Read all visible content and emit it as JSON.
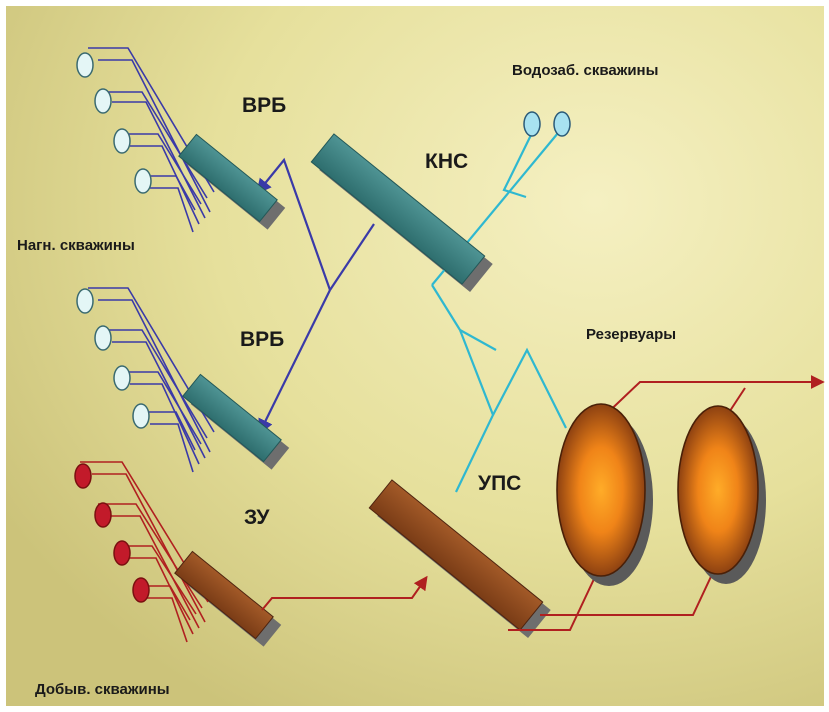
{
  "labels": {
    "vrb_top": "ВРБ",
    "vrb_bottom": "ВРБ",
    "kns": "КНС",
    "zu": "ЗУ",
    "ups": "УПС",
    "injection_wells": "Нагн. скважины",
    "water_wells": "Водозаб. скважины",
    "reservoirs": "Резервуары",
    "production_wells": "Добыв. скважины"
  },
  "colors": {
    "background": "#e8e2a0",
    "teal_block": "#3d8080",
    "brown_block": "#8b4a20",
    "block_shadow": "#707070",
    "water_line": "#2fb8d0",
    "injection_line": "#3a3aa8",
    "oil_line": "#b02020",
    "injection_well": "#e4f6f6",
    "production_well": "#c21a2a",
    "reservoir_center": "#ffa020",
    "reservoir_edge": "#8a3a10"
  }
}
